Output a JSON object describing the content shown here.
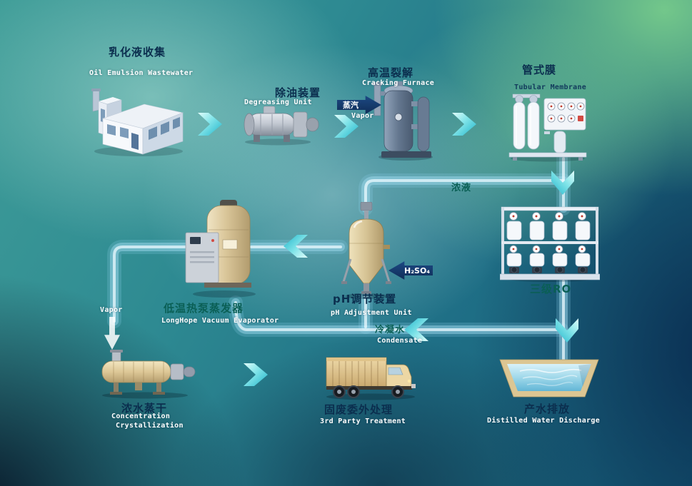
{
  "diagram": {
    "nodes": {
      "factory": {
        "zh": "乳化液收集",
        "en": "Oil Emulsion Wastewater"
      },
      "degreaser": {
        "zh": "除油装置",
        "en": "Degreasing Unit"
      },
      "furnace": {
        "zh": "高温裂解",
        "en": "Cracking Furnace"
      },
      "membrane": {
        "zh": "管式膜",
        "en": "Tubular Membrane"
      },
      "ro": {
        "zh": "三级RO"
      },
      "ph_unit": {
        "zh": "pH调节装置",
        "en": "pH Adjustment Unit"
      },
      "evaporator": {
        "zh": "低温热泵蒸发器",
        "en": "LongHope Vacuum Evaporator"
      },
      "crystallizer": {
        "zh": "浓水蒸干",
        "en1": "Concentration",
        "en2": "Crystallization"
      },
      "truck": {
        "zh": "固废委外处理",
        "en": "3rd Party Treatment"
      },
      "pool": {
        "zh": "产水排放",
        "en": "Distilled Water Discharge"
      }
    },
    "streams": {
      "steam": {
        "zh": "蒸汽",
        "en": "Vapor"
      },
      "concentrate": {
        "zh": "浓液"
      },
      "acid": {
        "formula": "H₂SO₄"
      },
      "condensate": {
        "zh": "冷凝水",
        "en": "Condensate"
      },
      "vapor_out": {
        "en": "Vapor"
      }
    },
    "colors": {
      "arrow": "#2cc0d2",
      "pipe": "#aee0f2",
      "dark_arrow": "#14386b",
      "label_dark": "#0b2e4e",
      "label_teal": "#0a5f55",
      "label_light": "#ffffff"
    }
  }
}
